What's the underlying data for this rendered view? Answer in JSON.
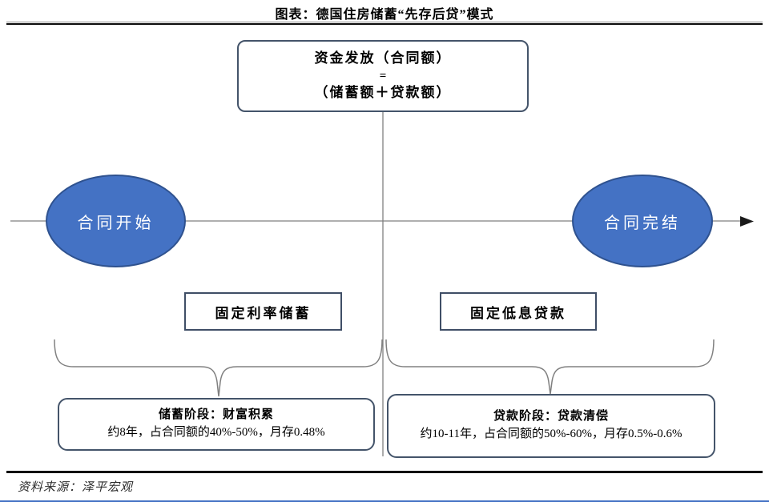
{
  "page": {
    "title": "图表：德国住房储蓄“先存后贷”模式",
    "source": "资料来源：泽平宏观"
  },
  "formula_box": {
    "line1": "资金发放（合同额）",
    "line2": "=",
    "line3": "（储蓄额＋贷款额）"
  },
  "timeline": {
    "start": "合同开始",
    "end": "合同完结"
  },
  "phase": {
    "saving": "固定利率储蓄",
    "loan": "固定低息贷款"
  },
  "detail": {
    "saving": {
      "title": "储蓄阶段：财富积累",
      "desc": "约8年，占合同额的40%-50%，月存0.48%"
    },
    "loan": {
      "title": "贷款阶段：贷款清偿",
      "desc": "约10-11年，占合同额的50%-60%，月存0.5%-0.6%"
    }
  },
  "colors": {
    "ellipse_fill": "#4472C4",
    "ellipse_border": "#2F528F",
    "box_border": "#44546A",
    "connector": "#7F7F7F",
    "bottom_accent": "#4472C4"
  }
}
